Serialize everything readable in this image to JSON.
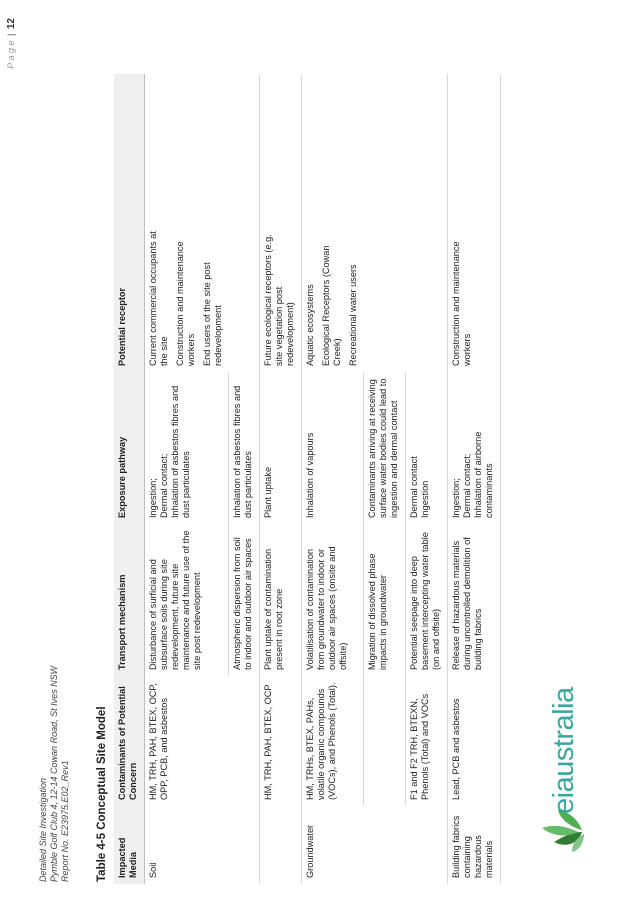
{
  "header": {
    "line1": "Detailed Site Investigation",
    "line2": "Pymble Golf Club 4, 12-14 Cowan Road, St Ives NSW",
    "line3": "Report No. E23975.E02_Rev1"
  },
  "page": {
    "label": "P a g e",
    "separator": "|",
    "number": "12"
  },
  "table_title": "Table 4-5  Conceptual Site Model",
  "columns": [
    "Impacted Media",
    "Contaminants of Potential Concern",
    "Transport mechanism",
    "Exposure pathway",
    "Potential receptor"
  ],
  "rows": {
    "r1": {
      "media": "Soil",
      "contaminants": "HM, TRH, PAH, BTEX, OCP, OPP, PCB, and asbestos",
      "transport": "Disturbance of surficial and subsurface soils during site redevelopment, future site maintenance and future use of the site post redevelopment",
      "exposure": [
        "Ingestion;",
        "Dermal contact;",
        "Inhalation of asbestos fibres and dust particulates"
      ],
      "receptor": [
        "Current commercial occupants at the site",
        "Construction and maintenance workers",
        "End users of the site post redevelopment"
      ]
    },
    "r2": {
      "transport": "Atmospheric dispersion from soil to indoor and outdoor air spaces",
      "exposure": "Inhalation of asbestos fibres and dust particulates"
    },
    "r3": {
      "contaminants": "HM, TRH, PAH, BTEX, OCP",
      "transport": "Plant uptake of contamination present in root zone",
      "exposure": "Plant uptake",
      "receptor": "Future ecological receptors (e.g. site vegetation post redevelopment)"
    },
    "r4": {
      "media": "Groundwater",
      "contaminants": "HM, TRHs, BTEX, PAHs, volatile organic compounds (VOCs), and Phenols (Total).",
      "transport": "Volatilisation of contamination from groundwater to indoor or outdoor air spaces (onsite and offsite)",
      "exposure": "Inhalation of vapours",
      "receptor": [
        "Aquatic ecosystems",
        "Ecological Receptors (Cowan Creek)",
        "Recreational water users"
      ]
    },
    "r5": {
      "transport": "Migration of dissolved phase impacts in groundwater",
      "exposure": "Contaminants arriving at receiving surface water bodies could lead to ingestion and dermal contact"
    },
    "r6": {
      "contaminants": "F1 and F2 TRH, BTEXN, Phenols (Total) and VOCs",
      "transport": "Potential seepage into deep basement intercepting water table (on and offsite)",
      "exposure": [
        "Dermal contact",
        "Ingestion"
      ]
    },
    "r7": {
      "media": "Building fabrics containing hazardous materials",
      "contaminants": "Lead, PCB and asbestos",
      "transport": "Release of hazardous materials during uncontrolled demolition of building fabrics",
      "exposure": [
        "Ingestion;",
        "Dermal contact;",
        "Inhalation of airborne contaminants"
      ],
      "receptor": "Construction and maintenance workers"
    }
  },
  "logo": {
    "text": "eiaustralia"
  },
  "colors": {
    "brand_teal": "#38a7a0",
    "leaf_green": "#4caf50",
    "leaf_dark": "#2e7d32",
    "header_bg": "#efefef"
  }
}
